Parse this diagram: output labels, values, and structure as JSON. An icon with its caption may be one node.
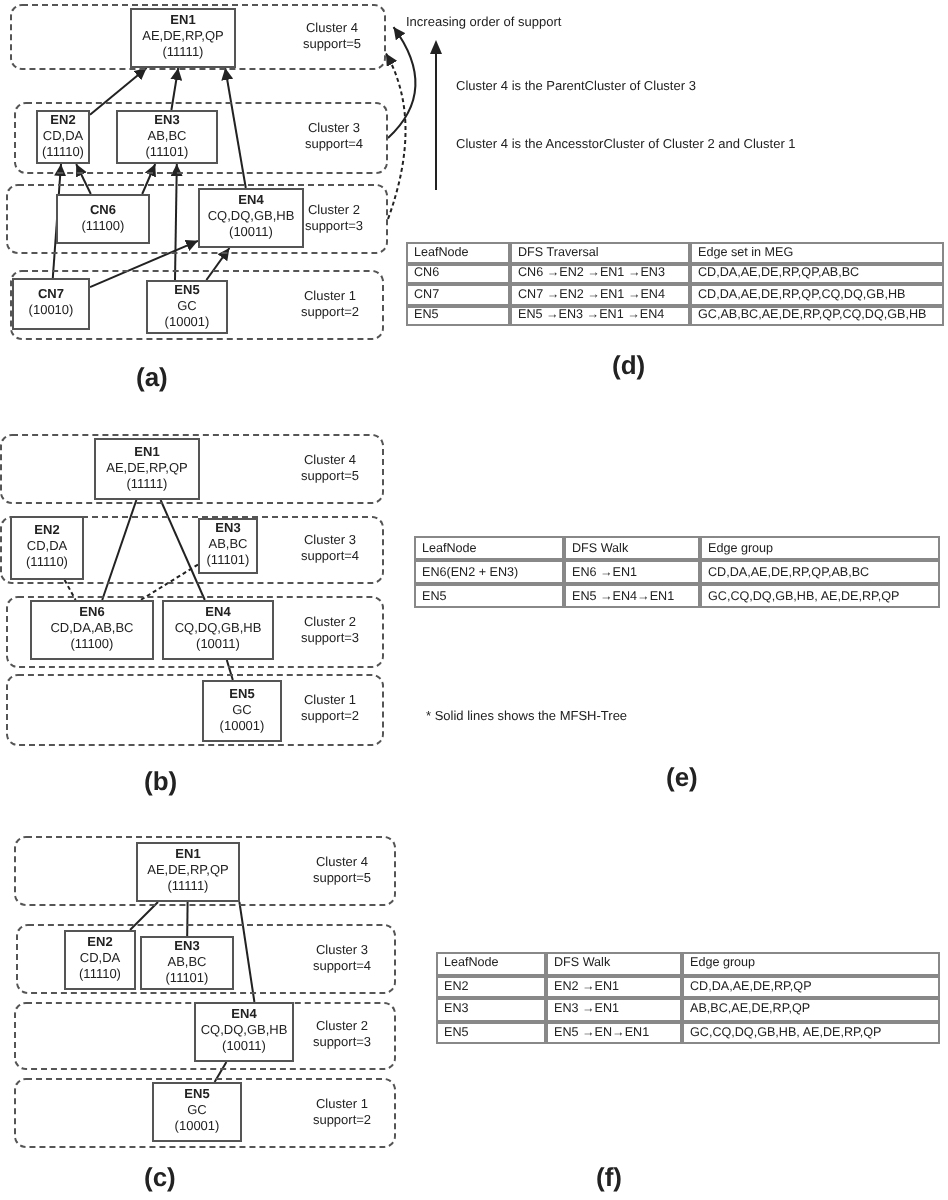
{
  "diagram": {
    "nodes": [
      {
        "text": [
          "Cluster 4 support=5"
        ]
      },
      {
        "text": [
          "EN1",
          "AE,DE,RP,QP",
          "(11111)"
        ],
        "in": 0
      },
      {
        "text": [
          "Cluster 3 support=4"
        ]
      },
      {
        "text": [
          "EN2",
          "CD,DA",
          "(11110)"
        ],
        "in": 2
      },
      {
        "text": [
          "EN3",
          "AB,BC",
          "(11101)"
        ],
        "in": 2
      },
      {
        "text": [
          "Cluster 2 support=3"
        ]
      },
      {
        "text": [
          "CN6",
          "(11100)"
        ],
        "in": 5
      },
      {
        "text": [
          "EN4",
          "CQ,DQ,GB,HB",
          "(10011)"
        ],
        "in": 5
      },
      {
        "text": [
          "Cluster 1 support=2"
        ]
      },
      {
        "text": [
          "CN7",
          "(10010)"
        ],
        "in": 8
      },
      {
        "text": [
          "EN5",
          "GC",
          "(10001)"
        ],
        "in": 8
      },
      {
        "text": [
          "Cluster 4 support=5"
        ]
      },
      {
        "text": [
          "EN1",
          "AE,DE,RP,QP",
          "(11111)"
        ],
        "in": 11
      },
      {
        "text": [
          "Cluster 3 support=4"
        ]
      },
      {
        "text": [
          "EN2",
          "CD,DA",
          "(11110)"
        ],
        "in": 13
      },
      {
        "text": [
          "EN3",
          "AB,BC",
          "(11101)"
        ],
        "in": 13
      },
      {
        "text": [
          "Cluster 2 support=3"
        ]
      },
      {
        "text": [
          "EN6",
          "CD,DA,AB,BC",
          "(11100)"
        ],
        "in": 16
      },
      {
        "text": [
          "EN4",
          "CQ,DQ,GB,HB",
          "(10011)"
        ],
        "in": 16
      },
      {
        "text": [
          "Cluster 1 support=2"
        ]
      },
      {
        "text": [
          "EN5",
          "GC",
          "(10001)"
        ],
        "in": 19
      },
      {
        "text": [
          "Cluster 4 support=5"
        ]
      },
      {
        "text": [
          "EN1",
          "AE,DE,RP,QP",
          "(11111)"
        ],
        "in": 21
      },
      {
        "text": [
          "Cluster 3 support=4"
        ]
      },
      {
        "text": [
          "EN2",
          "CD,DA",
          "(11110)"
        ],
        "in": 23
      },
      {
        "text": [
          "EN3",
          "AB,BC",
          "(11101)"
        ],
        "in": 23
      },
      {
        "text": [
          "Cluster 2 support=3"
        ]
      },
      {
        "text": [
          "EN4",
          "CQ,DQ,GB,HB",
          "(10011)"
        ],
        "in": 26
      },
      {
        "text": [
          "Cluster 1 support=2"
        ]
      },
      {
        "text": [
          "EN5",
          "GC",
          "(10001)"
        ],
        "in": 28
      }
    ],
    "edges": [
      {
        "from": 3,
        "to": 1,
        "arrow": "to"
      },
      {
        "from": 4,
        "to": 1,
        "arrow": "to"
      },
      {
        "from": 7,
        "to": 1,
        "arrow": "to"
      },
      {
        "from": 6,
        "to": 3,
        "arrow": "to"
      },
      {
        "from": 6,
        "to": 4,
        "arrow": "to"
      },
      {
        "from": 9,
        "to": 3,
        "arrow": "to"
      },
      {
        "from": 9,
        "to": 7,
        "arrow": "to"
      },
      {
        "from": 10,
        "to": 4,
        "arrow": "to"
      },
      {
        "from": 10,
        "to": 7,
        "arrow": "to"
      },
      {
        "from": 2,
        "to": 0,
        "arrow": "to"
      },
      {
        "from": 5,
        "to": 0,
        "arrow": "to",
        "style": "dashed"
      },
      {
        "from": 12,
        "to": 17,
        "arrow": "none"
      },
      {
        "from": 12,
        "to": 18,
        "arrow": "none"
      },
      {
        "from": 18,
        "to": 20,
        "arrow": "none"
      },
      {
        "from": 14,
        "to": 17,
        "arrow": "none",
        "style": "dashed"
      },
      {
        "from": 15,
        "to": 17,
        "arrow": "none",
        "style": "dashed"
      },
      {
        "from": 22,
        "to": 24,
        "arrow": "none"
      },
      {
        "from": 22,
        "to": 25,
        "arrow": "none"
      },
      {
        "from": 22,
        "to": 27,
        "arrow": "none"
      },
      {
        "from": 27,
        "to": 29,
        "arrow": "none"
      }
    ],
    "labels": [
      "Increasing order of support",
      "Cluster 4 is the ParentCluster of Cluster 3",
      "Cluster 4 is the AncesstorCluster of Cluster 2 and Cluster 1",
      "(a)",
      "LeafNode",
      "DFS Traversal",
      "Edge set in MEG",
      "CN6",
      "CN6 →EN2 →EN1 →EN3",
      "CD,DA,AE,DE,RP,QP,AB,BC",
      "CN7",
      "CN7 →EN2 →EN1 →EN4",
      "CD,DA,AE,DE,RP,QP,CQ,DQ,GB,HB",
      "EN5",
      "EN5 →EN3 →EN1 →EN4",
      "GC,AB,BC,AE,DE,RP,QP,CQ,DQ,GB,HB",
      "(d)",
      "(b)",
      "LeafNode",
      "DFS Walk",
      "Edge group",
      "EN6(EN2 + EN3)",
      "EN6 →EN1",
      "CD,DA,AE,DE,RP,QP,AB,BC",
      "EN5",
      "EN5 →EN4→EN1",
      "GC,CQ,DQ,GB,HB, AE,DE,RP,QP",
      "* Solid lines shows the MFSH-Tree",
      "(e)",
      "(c)",
      "LeafNode",
      "DFS Walk",
      "Edge group",
      "EN2",
      "EN2 →EN1",
      "CD,DA,AE,DE,RP,QP",
      "EN3",
      "EN3 →EN1",
      "AB,BC,AE,DE,RP,QP",
      "EN5",
      "EN5 →EN→EN1",
      "GC,CQ,DQ,GB,HB, AE,DE,RP,QP",
      "(f)"
    ]
  }
}
